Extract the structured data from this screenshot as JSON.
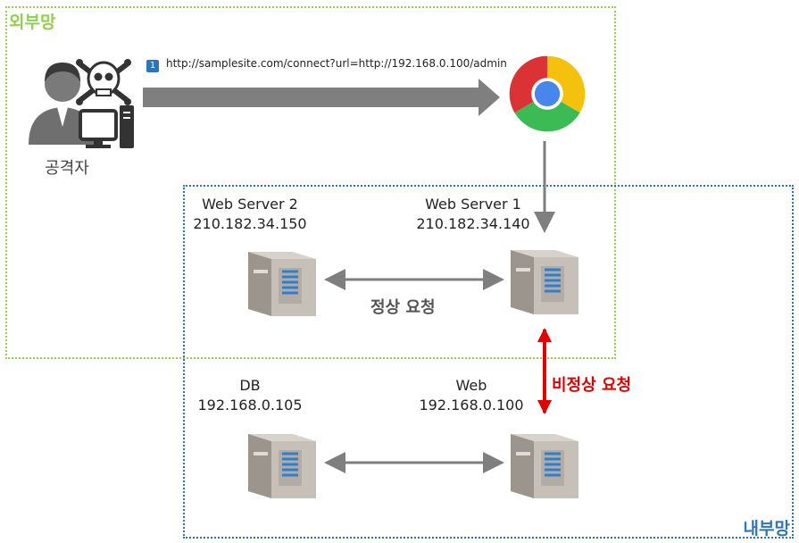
{
  "zones": {
    "external_label": "외부망",
    "internal_label": "내부망"
  },
  "attacker": {
    "label": "공격자",
    "icon": "hacker-with-skull-icon"
  },
  "step": {
    "number": "1",
    "url": "http://samplesite.com/connect?url=http://192.168.0.100/admin"
  },
  "browser": {
    "icon": "chrome-logo-icon"
  },
  "servers": {
    "web_server_2": {
      "name": "Web Server 2",
      "ip": "210.182.34.150"
    },
    "web_server_1": {
      "name": "Web Server 1",
      "ip": "210.182.34.140"
    },
    "db": {
      "name": "DB",
      "ip": "192.168.0.105"
    },
    "web": {
      "name": "Web",
      "ip": "192.168.0.100"
    }
  },
  "flows": {
    "normal_request": "정상 요청",
    "abnormal_request": "비정상 요청"
  },
  "colors": {
    "external_zone": "#92d050",
    "internal_zone": "#2e75b6",
    "arrow": "#7f7f7f",
    "abnormal_arrow": "#e00000"
  }
}
